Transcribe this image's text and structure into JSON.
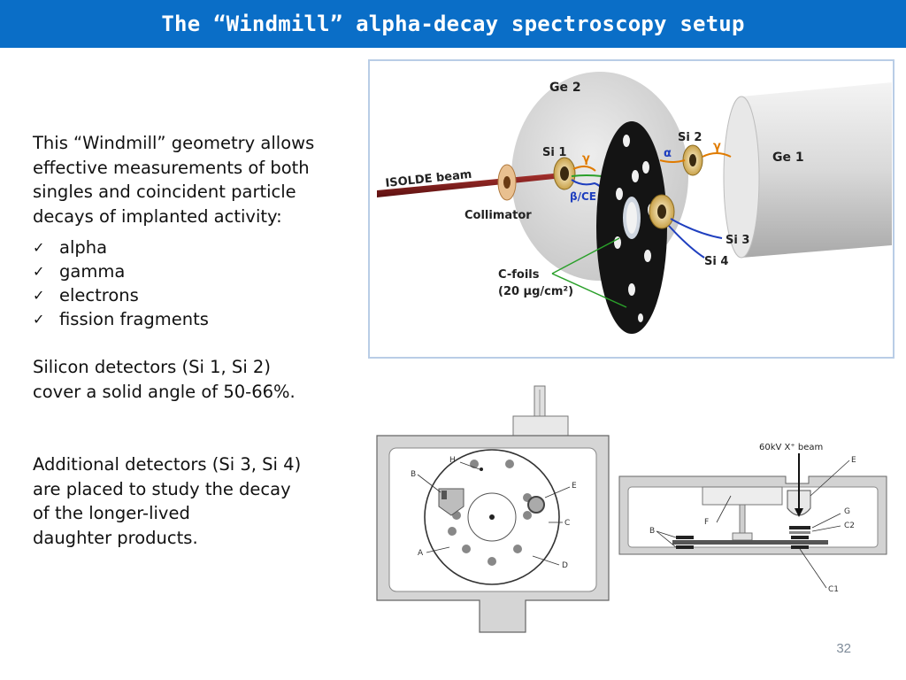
{
  "slide": {
    "title": "The “Windmill” alpha-decay spectroscopy setup",
    "page_number": "32"
  },
  "text": {
    "intro_lines": [
      "This “Windmill” geometry allows",
      "effective measurements of both",
      "singles and coincident particle",
      "decays of  implanted activity:"
    ],
    "checklist": [
      "alpha",
      "gamma",
      "electrons",
      "fission fragments"
    ],
    "silicon_lines": [
      "Silicon detectors (Si 1, Si 2)",
      "cover a solid angle of 50-66%."
    ],
    "additional_lines": [
      "Additional detectors (Si 3, Si 4)",
      "are placed to study the decay",
      "of the longer-lived",
      "daughter products."
    ]
  },
  "figure_top": {
    "labels": {
      "ge2": "Ge 2",
      "ge1": "Ge 1",
      "si1": "Si 1",
      "si2": "Si 2",
      "si3": "Si 3",
      "si4": "Si 4",
      "beam": "ISOLDE beam",
      "collimator": "Collimator",
      "gamma1": "γ",
      "gamma2": "γ",
      "alpha": "α",
      "beta_ce": "β/CE",
      "cfoils": "C-foils",
      "cfoils_density": "(20 µg/cm²)"
    }
  },
  "figure_left": {
    "labels": {
      "A": "A",
      "B": "B",
      "C": "C",
      "D": "D",
      "E": "E",
      "H": "H"
    }
  },
  "figure_right": {
    "labels": {
      "beam": "60kV X⁺ beam",
      "E": "E",
      "F": "F",
      "G": "G",
      "B": "B",
      "C1": "C1",
      "C2": "C2"
    }
  },
  "colors": {
    "title_bar": "#0a6ec7",
    "figure_border": "#b9cde6",
    "beam": "#8b1a1a",
    "alpha_line": "#e07b00",
    "beta_line": "#1f3fbf",
    "label_green": "#2aa02a"
  }
}
